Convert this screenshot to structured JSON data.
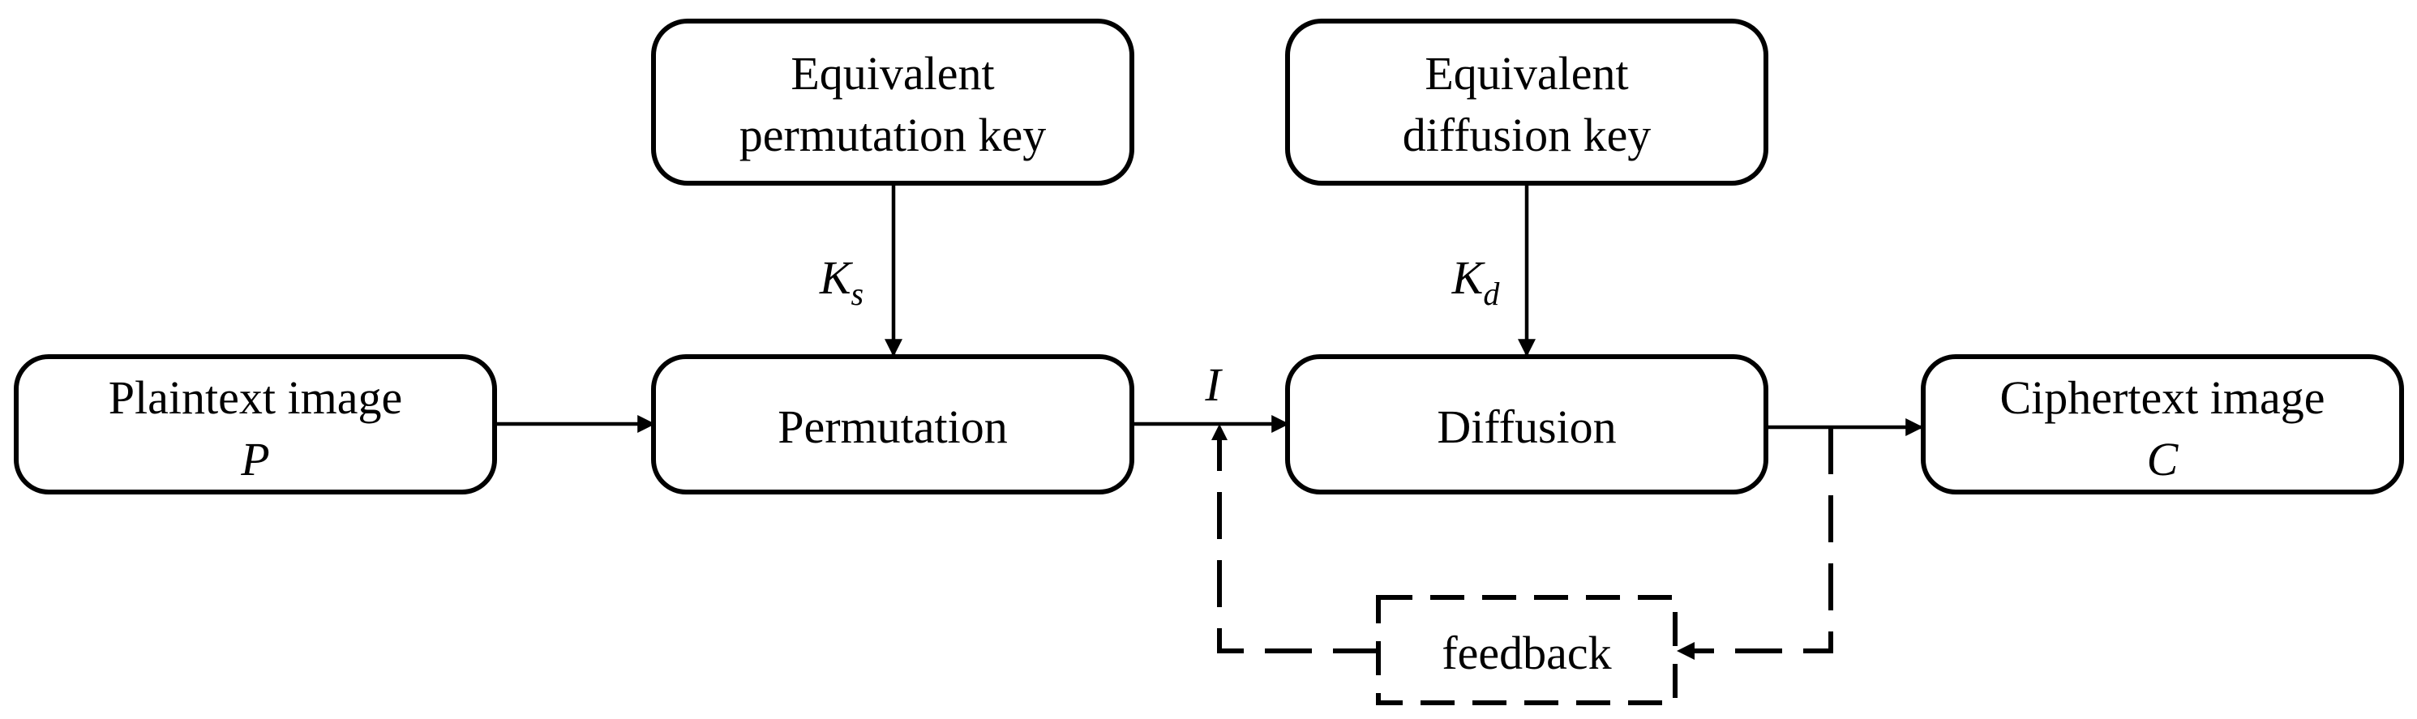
{
  "diagram": {
    "nodes": {
      "perm_key": {
        "line1": "Equivalent",
        "line2": "permutation key"
      },
      "diff_key": {
        "line1": "Equivalent",
        "line2": "diffusion key"
      },
      "plaintext": {
        "line1": "Plaintext image",
        "symbol": "P"
      },
      "permutation": {
        "label": "Permutation"
      },
      "diffusion": {
        "label": "Diffusion"
      },
      "ciphertext": {
        "line1": "Ciphertext image",
        "symbol": "C"
      },
      "feedback": {
        "label": "feedback"
      }
    },
    "edge_labels": {
      "ks_base": "K",
      "ks_sub": "s",
      "kd_base": "K",
      "kd_sub": "d",
      "intermediate": "I"
    }
  }
}
